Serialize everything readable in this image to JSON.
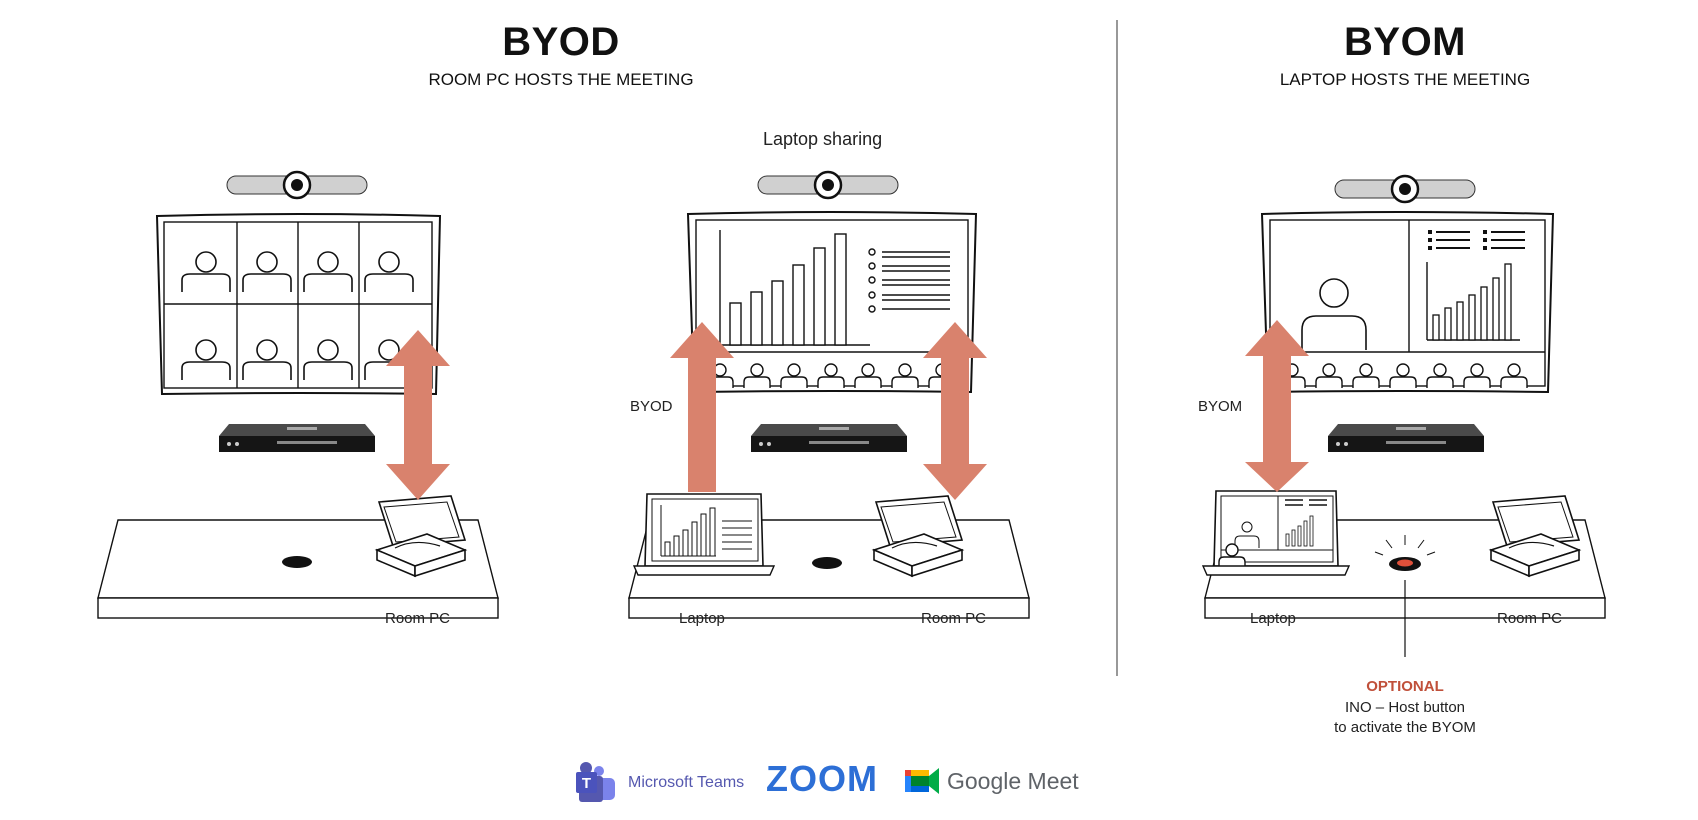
{
  "byod": {
    "title": "BYOD",
    "subtitle": "ROOM PC HOSTS THE MEETING"
  },
  "byom": {
    "title": "BYOM",
    "subtitle": "LAPTOP HOSTS THE MEETING"
  },
  "labels": {
    "laptop_sharing": "Laptop sharing",
    "byod_arrow": "BYOD",
    "byom_arrow": "BYOM",
    "room_pc": "Room PC",
    "laptop": "Laptop"
  },
  "optional": {
    "heading": "OPTIONAL",
    "line1": "INO – Host button",
    "line2": "to activate the BYOM"
  },
  "logos": {
    "teams": "Microsoft Teams",
    "zoom": "ZOOM",
    "meet": "Google Meet"
  },
  "colors": {
    "arrow": "#d9826d",
    "optional": "#c0503a",
    "teams": "#5558af",
    "zoom": "#2d8cff"
  }
}
